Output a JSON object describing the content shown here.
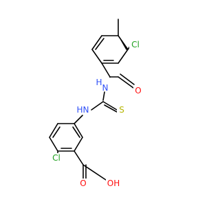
{
  "molecule": {
    "atoms": [
      {
        "id": "C_me",
        "text": ""
      },
      {
        "id": "Cl_top",
        "text": "Cl",
        "color": "#1fa01f"
      },
      {
        "id": "N_amide",
        "text": "N",
        "color": "#3050f8"
      },
      {
        "id": "H_amide",
        "text": "H",
        "color": "#3050f8"
      },
      {
        "id": "O_amide",
        "text": "O",
        "color": "#ff0d0d"
      },
      {
        "id": "S",
        "text": "S",
        "color": "#b5b500"
      },
      {
        "id": "N_ar",
        "text": "N",
        "color": "#3050f8"
      },
      {
        "id": "H_ar",
        "text": "H",
        "color": "#3050f8"
      },
      {
        "id": "Cl_bot",
        "text": "Cl",
        "color": "#1fa01f"
      },
      {
        "id": "O_dbl",
        "text": "O",
        "color": "#ff0d0d"
      },
      {
        "id": "OH",
        "text": "OH",
        "color": "#ff0d0d"
      }
    ]
  }
}
